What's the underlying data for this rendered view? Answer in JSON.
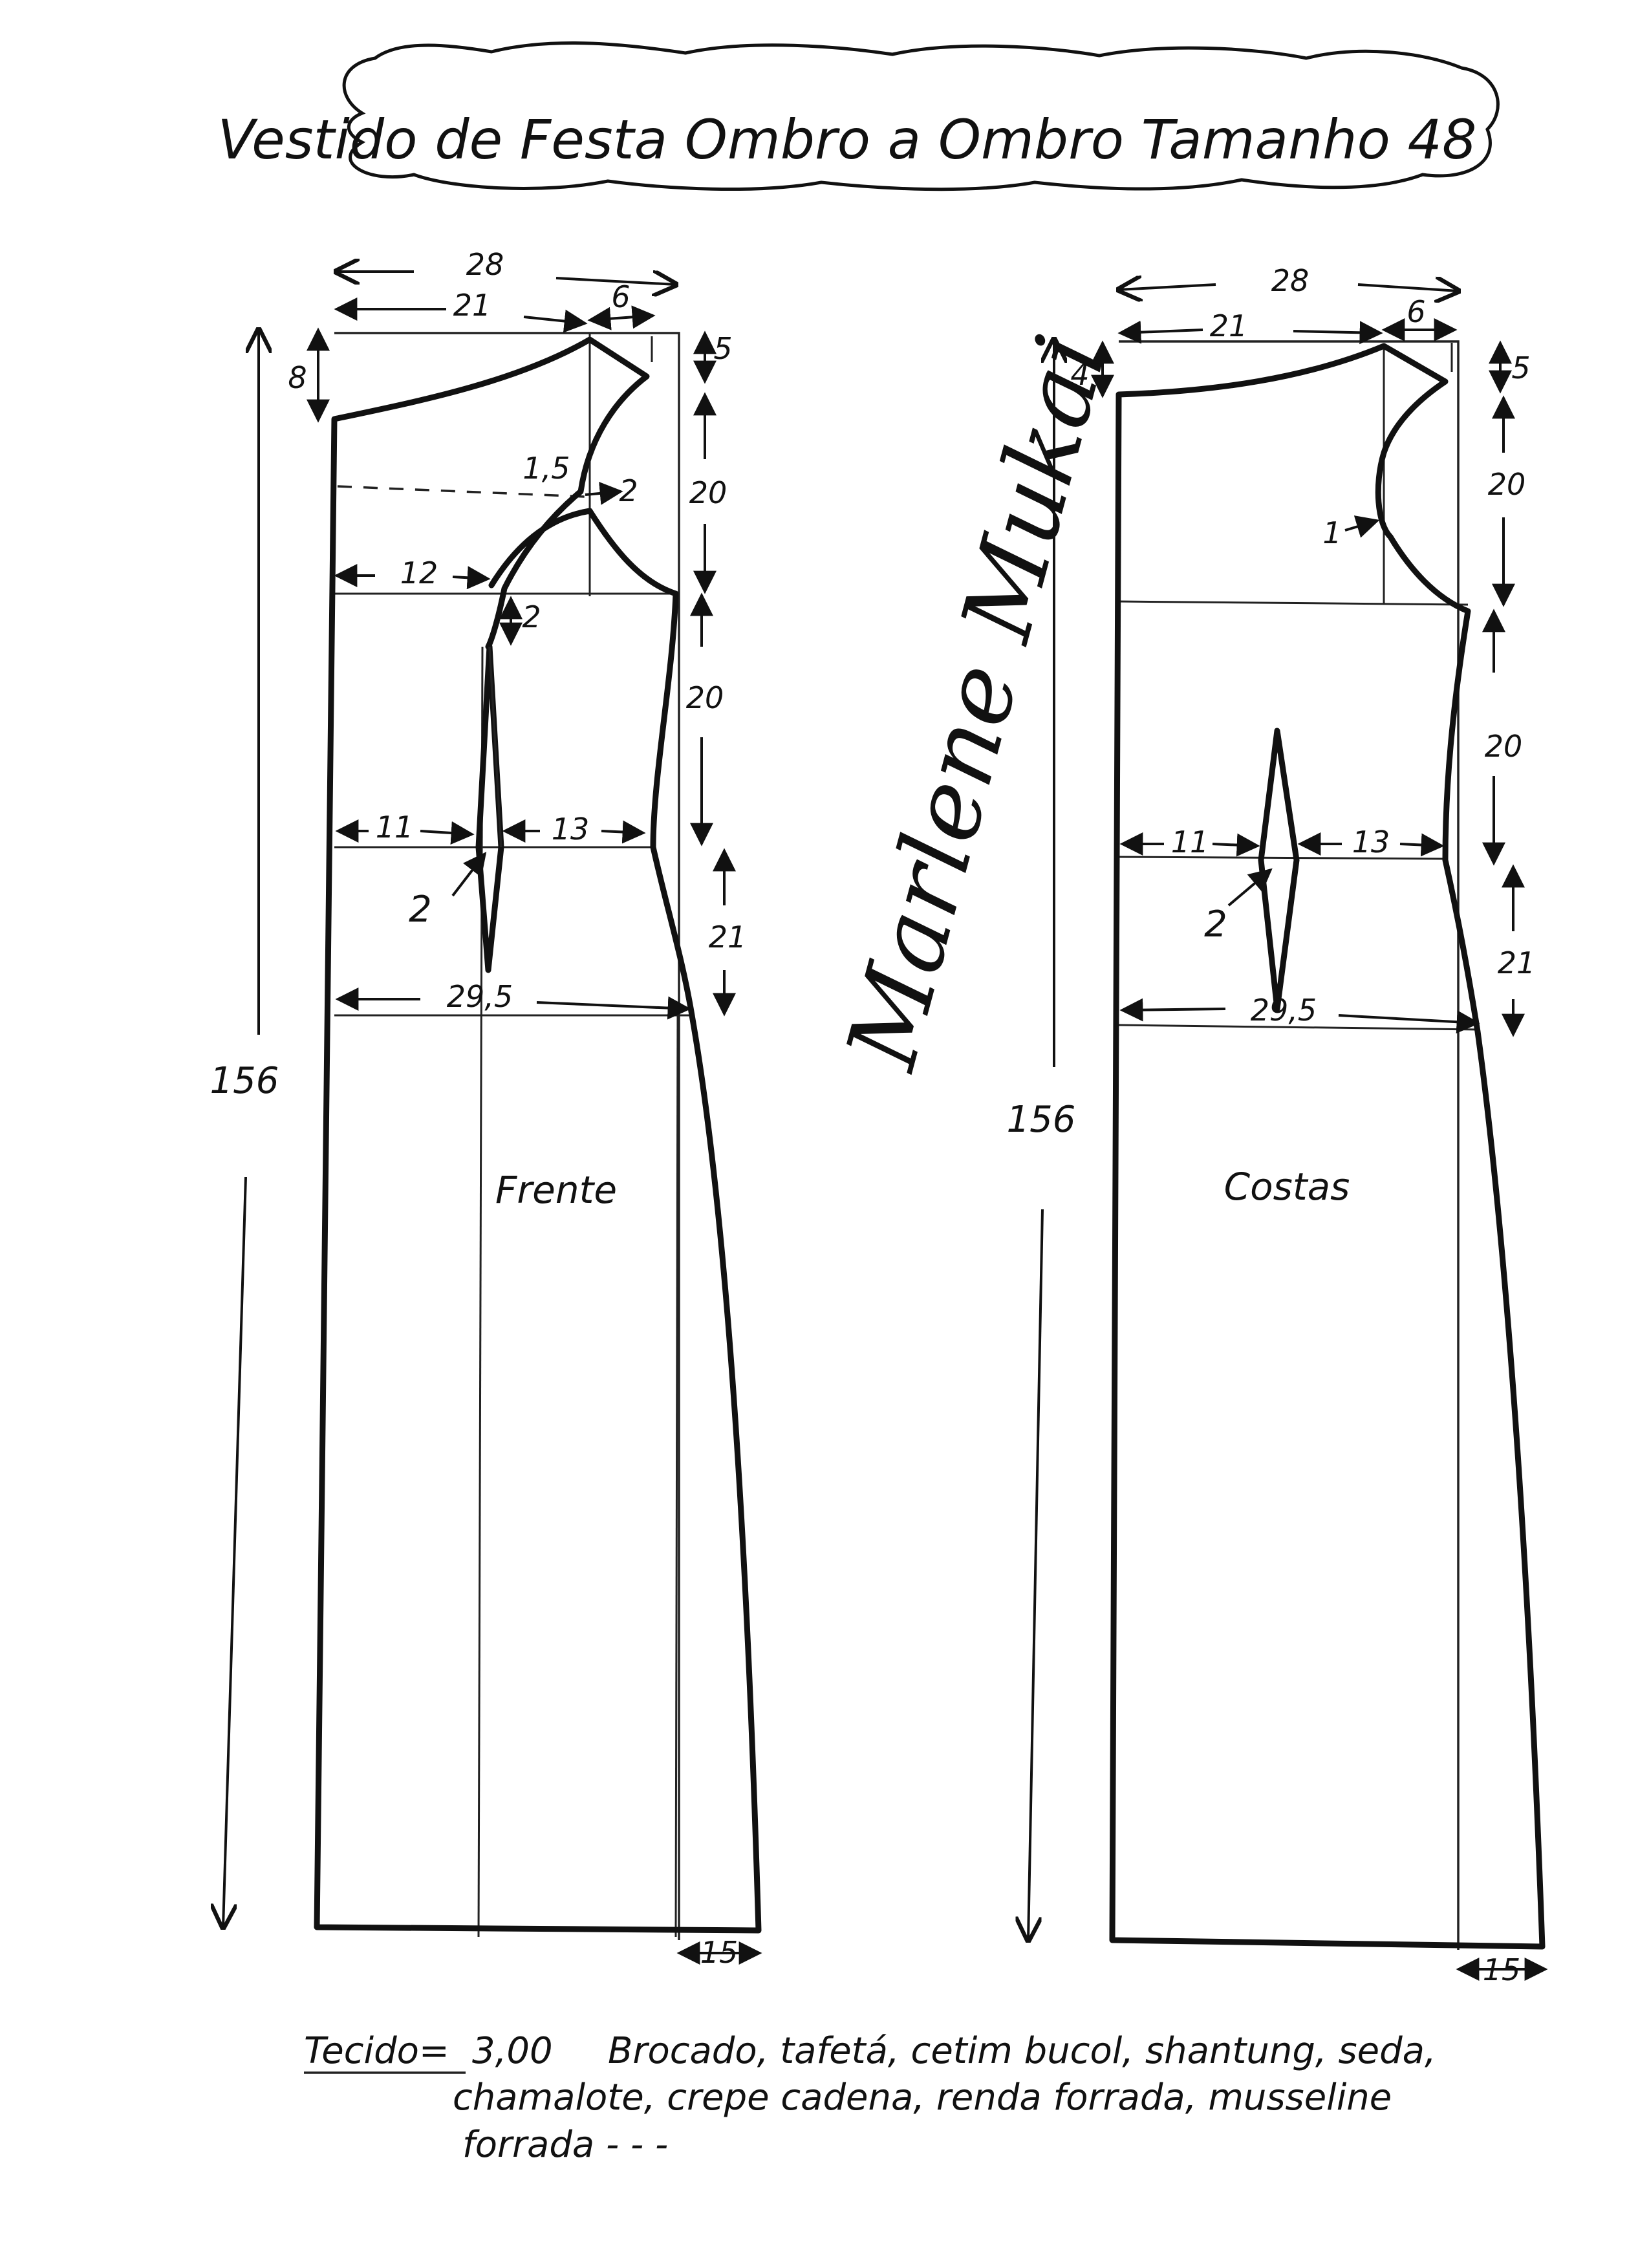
{
  "title": "Vestido de Festa Ombro a Ombro Tamanho 48",
  "signature": "Marlene Mukai",
  "front": {
    "label": "Frente",
    "width_top": "28",
    "neck_width": "21",
    "shoulder": "6",
    "neck_drop": "8",
    "shoulder_drop": "5",
    "armhole_depth": "20",
    "armhole_point_1": "1,5",
    "armhole_point_2": "2",
    "bust_dart_pos": "12",
    "dart_drop": "2",
    "waist_length": "20",
    "waist_left": "11",
    "waist_right": "13",
    "dart_width": "2",
    "hip_length": "21",
    "hip_width": "29,5",
    "total_length": "156",
    "hem_flare": "15"
  },
  "back": {
    "label": "Costas",
    "width_top": "28",
    "neck_width": "21",
    "shoulder": "6",
    "neck_drop": "4",
    "shoulder_drop": "5",
    "armhole_depth": "20",
    "armhole_point": "1",
    "waist_length": "20",
    "waist_left": "11",
    "waist_right": "13",
    "dart_width": "2",
    "hip_length": "21",
    "hip_width": "29,5",
    "total_length": "156",
    "hem_flare": "15"
  },
  "fabric": {
    "label": "Tecido=",
    "amount": "3,00",
    "line1": "Brocado, tafetá, cetim bucol, shantung, seda,",
    "line2": "chamalote, crepe cadena, renda forrada, musseline",
    "line3": "forrada - - -"
  }
}
